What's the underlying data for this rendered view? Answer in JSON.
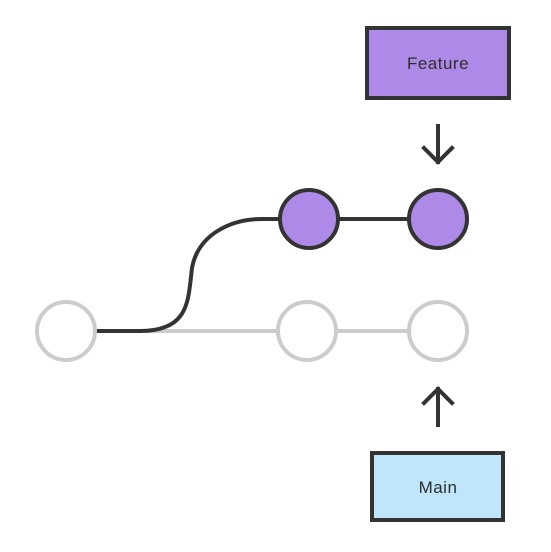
{
  "branches": {
    "feature": {
      "label": "Feature",
      "fill": "#ad8ae7",
      "commit_count": 2
    },
    "main": {
      "label": "Main",
      "fill": "#bfe6fb",
      "commit_count": 3
    }
  },
  "colors": {
    "outline": "#333333",
    "inactive": "#cccccc",
    "background": "#ffffff"
  },
  "icons": [
    "down-arrow-icon",
    "up-arrow-icon"
  ]
}
